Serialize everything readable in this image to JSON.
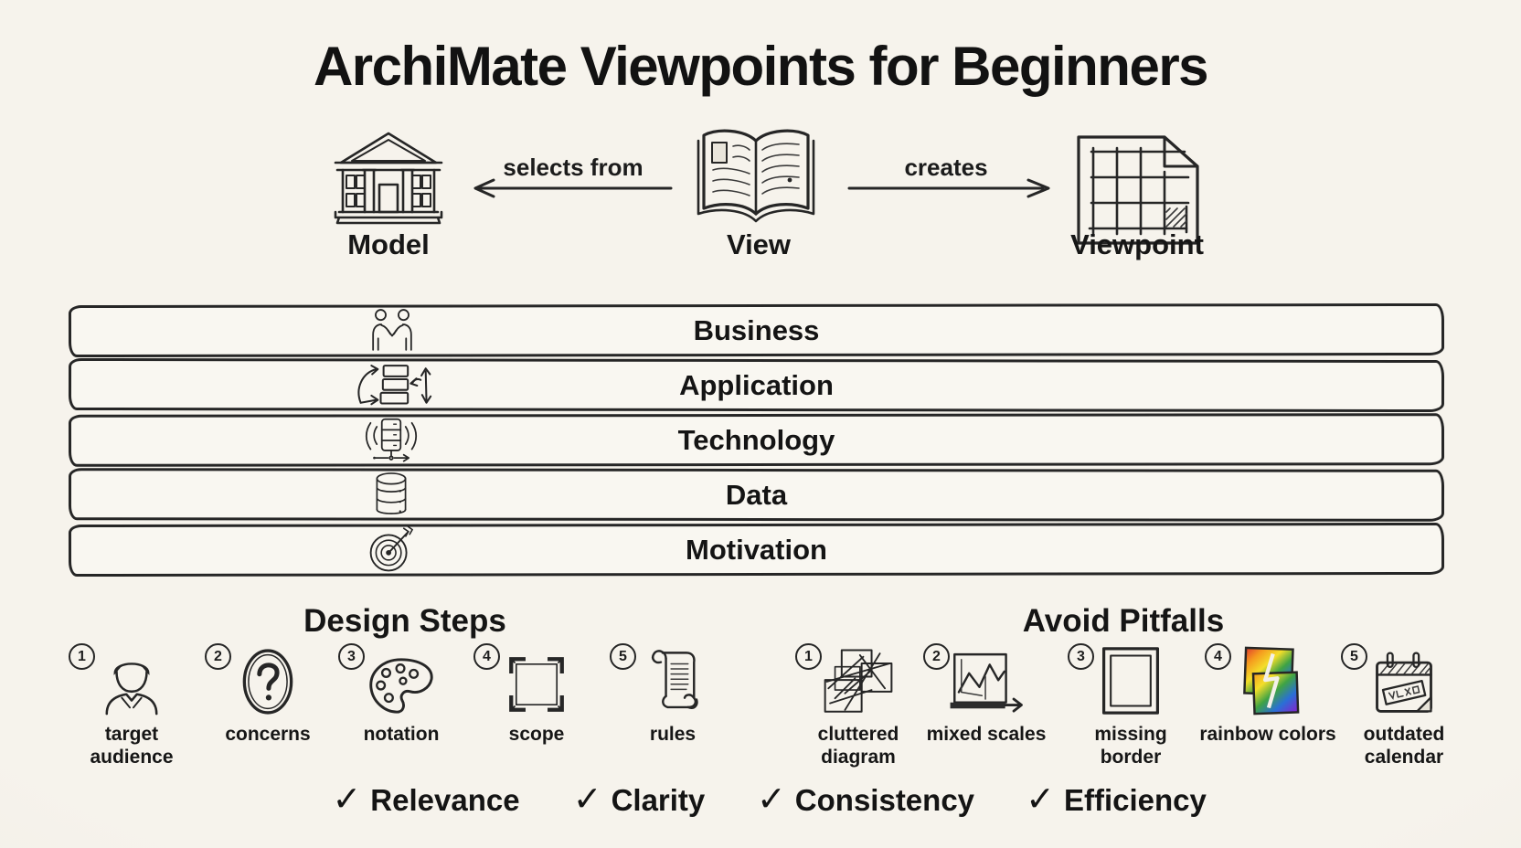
{
  "title": "ArchiMate Viewpoints for Beginners",
  "concepts": {
    "model": {
      "label": "Model",
      "icon": "building-icon"
    },
    "view": {
      "label": "View",
      "icon": "open-book-icon"
    },
    "viewpoint": {
      "label": "Viewpoint",
      "icon": "grid-document-icon"
    },
    "relations": {
      "selects_from": {
        "label": "selects from",
        "direction": "left"
      },
      "creates": {
        "label": "creates",
        "direction": "right"
      }
    }
  },
  "layers": [
    {
      "label": "Business",
      "icon": "handshake-icon"
    },
    {
      "label": "Application",
      "icon": "application-flow-icon"
    },
    {
      "label": "Technology",
      "icon": "server-signal-icon"
    },
    {
      "label": "Data",
      "icon": "database-icon"
    },
    {
      "label": "Motivation",
      "icon": "target-icon"
    }
  ],
  "design_steps": {
    "heading": "Design Steps",
    "items": [
      {
        "number": "1",
        "label": "target audience",
        "icon": "person-icon"
      },
      {
        "number": "2",
        "label": "concerns",
        "icon": "question-mark-icon"
      },
      {
        "number": "3",
        "label": "notation",
        "icon": "palette-icon"
      },
      {
        "number": "4",
        "label": "scope",
        "icon": "selection-frame-icon"
      },
      {
        "number": "5",
        "label": "rules",
        "icon": "scroll-icon"
      }
    ]
  },
  "pitfalls": {
    "heading": "Avoid Pitfalls",
    "items": [
      {
        "number": "1",
        "label": "cluttered diagram",
        "icon": "cluttered-diagram-icon"
      },
      {
        "number": "2",
        "label": "mixed scales",
        "icon": "mixed-scales-icon"
      },
      {
        "number": "3",
        "label": "missing border",
        "icon": "missing-border-icon"
      },
      {
        "number": "4",
        "label": "rainbow colors",
        "icon": "rainbow-swatch-icon"
      },
      {
        "number": "5",
        "label": "outdated calendar",
        "icon": "outdated-calendar-icon"
      }
    ]
  },
  "checklist": {
    "check_glyph": "✓",
    "items": [
      {
        "label": "Relevance"
      },
      {
        "label": "Clarity"
      },
      {
        "label": "Consistency"
      },
      {
        "label": "Efficiency"
      }
    ]
  },
  "colors": {
    "background": "#f4f1ea",
    "ink": "#262626",
    "rainbow": [
      "#e03a2f",
      "#f59b1e",
      "#f4de2a",
      "#3fa344",
      "#2a6fd6",
      "#7a2bd0"
    ]
  }
}
